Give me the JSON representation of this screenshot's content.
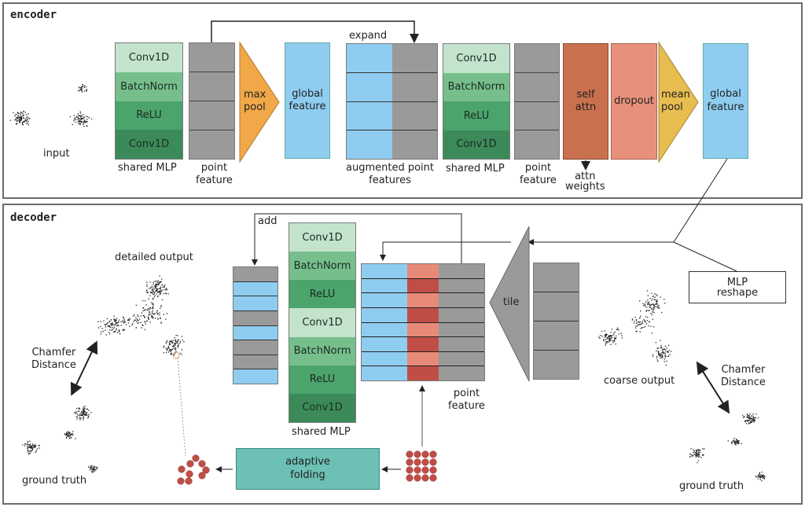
{
  "encoder": {
    "title": "encoder",
    "input_label": "input",
    "shared_mlp_1": {
      "layers": [
        "Conv1D",
        "BatchNorm",
        "ReLU",
        "Conv1D"
      ],
      "caption": "shared MLP"
    },
    "point_feature_1": {
      "caption_line1": "point",
      "caption_line2": "feature"
    },
    "max_pool": {
      "line1": "max",
      "line2": "pool"
    },
    "global_feature_1": {
      "line1": "global",
      "line2": "feature"
    },
    "expand_label": "expand",
    "augmented": {
      "caption_line1": "augmented point",
      "caption_line2": "features"
    },
    "shared_mlp_2": {
      "layers": [
        "Conv1D",
        "BatchNorm",
        "ReLU",
        "Conv1D"
      ],
      "caption": "shared MLP"
    },
    "point_feature_2": {
      "caption_line1": "point",
      "caption_line2": "feature"
    },
    "self_attn": {
      "line1": "self",
      "line2": "attn"
    },
    "attn_weights": {
      "line1": "attn",
      "line2": "weights"
    },
    "dropout": "dropout",
    "mean_pool": {
      "line1": "mean",
      "line2": "pool"
    },
    "global_feature_2": {
      "line1": "global",
      "line2": "feature"
    }
  },
  "decoder": {
    "title": "decoder",
    "detailed_output": "detailed output",
    "chamfer_left": {
      "line1": "Chamfer",
      "line2": "Distance"
    },
    "ground_truth_left": "ground truth",
    "add_label": "add",
    "output_stack_colors": [
      "gray",
      "blue",
      "blue",
      "gray",
      "blue",
      "gray",
      "gray",
      "blue"
    ],
    "shared_mlp": {
      "layers": [
        "Conv1D",
        "BatchNorm",
        "ReLU",
        "Conv1D",
        "BatchNorm",
        "ReLU",
        "Conv1D"
      ],
      "caption": "shared MLP"
    },
    "point_feature": {
      "caption_line1": "point",
      "caption_line2": "feature"
    },
    "tile_label": "tile",
    "mlp_reshape": {
      "line1": "MLP",
      "line2": "reshape"
    },
    "coarse_output": "coarse output",
    "chamfer_right": {
      "line1": "Chamfer",
      "line2": "Distance"
    },
    "ground_truth_right": "ground truth",
    "adaptive_folding": {
      "line1": "adaptive",
      "line2": "folding"
    }
  },
  "colors": {
    "conv_light": "#c3e3cc",
    "batchnorm": "#76bf8c",
    "relu": "#4ba46c",
    "conv_dark": "#3c8a5a",
    "feature_gray": "#9a9a9a",
    "global_blue": "#8fcdf0",
    "pool_orange": "#f0a848",
    "mean_pool_yellow": "#e8bd50",
    "self_attn": "#c9714f",
    "dropout": "#e8917a",
    "folding_teal": "#6cc0b4",
    "point_red": "#c04e47"
  }
}
